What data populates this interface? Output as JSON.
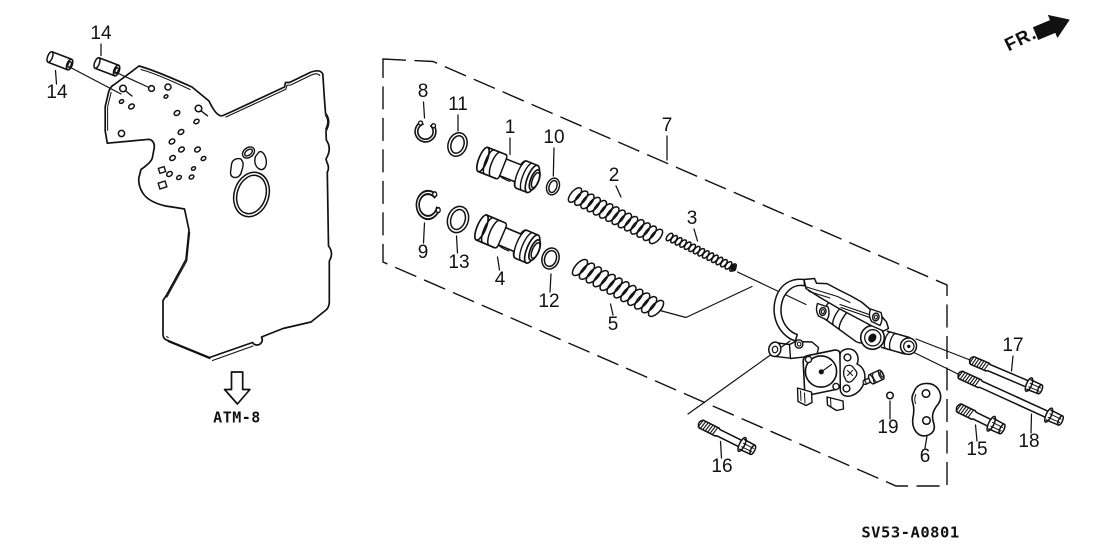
{
  "figure": {
    "code": "SV53-A0801",
    "direction_label": "FR.",
    "module_ref": "ATM-8"
  },
  "callouts": {
    "pin_top": "14",
    "pin_left": "14",
    "snap_ring_upper": "8",
    "oring_upper": "11",
    "piston_upper": "1",
    "oring_small_upper": "10",
    "spring_upper": "2",
    "group_boundary": "7",
    "spring_inner": "3",
    "snap_ring_lower": "9",
    "oring_lower": "13",
    "piston_lower": "4",
    "oring_small_lower": "12",
    "spring_lower": "5",
    "bolt_long_a": "17",
    "bolt_long_b": "18",
    "bolt_mid": "15",
    "bolt_lower": "16",
    "ball": "19",
    "cover_plate": "6"
  }
}
